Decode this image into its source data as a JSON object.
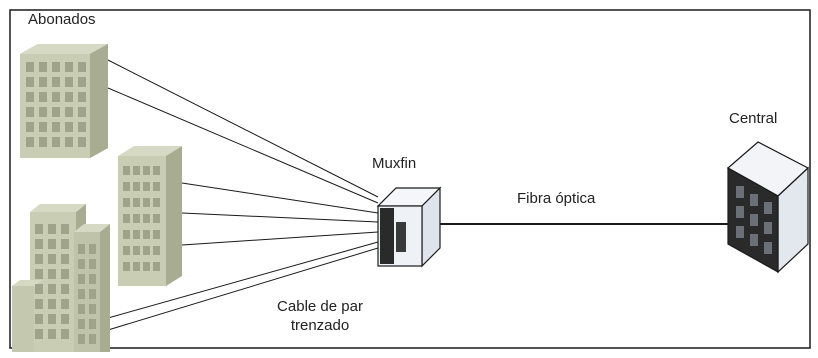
{
  "labels": {
    "subscribers": "Abonados",
    "mux": "Muxfin",
    "fiber": "Fibra óptica",
    "central": "Central",
    "cable_line1": "Cable de par",
    "cable_line2": "trenzado"
  },
  "colors": {
    "building_front": "#c9cdb4",
    "building_side": "#a8ad92",
    "building_window": "#9ea38a",
    "device_light": "#eef1f6",
    "device_dark": "#2a2a2a",
    "line": "#1a1a1a",
    "frame": "#1a1a1a"
  },
  "icons": {
    "buildings": "office-building-icon",
    "mux": "server-cube-icon",
    "central": "data-center-icon"
  }
}
